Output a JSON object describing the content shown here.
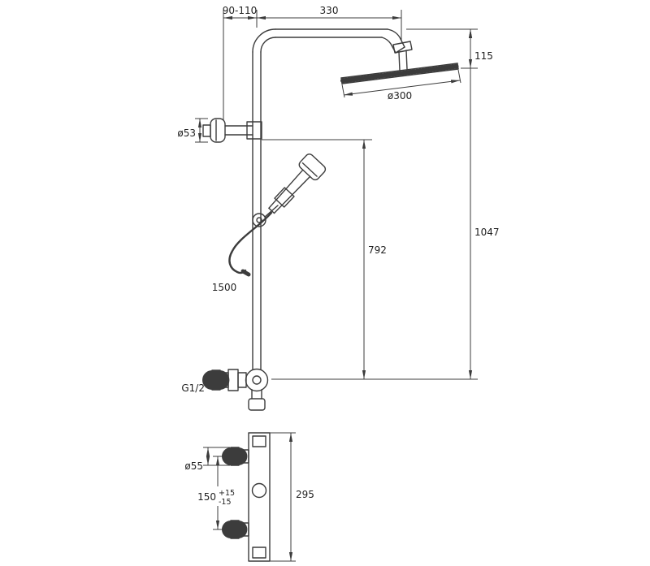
{
  "colors": {
    "line": "#3c3c3c",
    "text": "#1f1f1f",
    "background": "#ffffff"
  },
  "dimensions": {
    "wall_distance": "90-110",
    "arm_projection": "330",
    "head_drop": "115",
    "head_diameter": "ø300",
    "overall_height": "1047",
    "rail_height": "792",
    "flange_diameter": "ø53",
    "hose_length": "1500",
    "inlet_thread": "G1/2",
    "handle_diameter": "ø55",
    "handle_spacing": "150",
    "handle_spacing_tol_plus": "+15",
    "handle_spacing_tol_minus": "-15",
    "mixer_body_length": "295"
  }
}
